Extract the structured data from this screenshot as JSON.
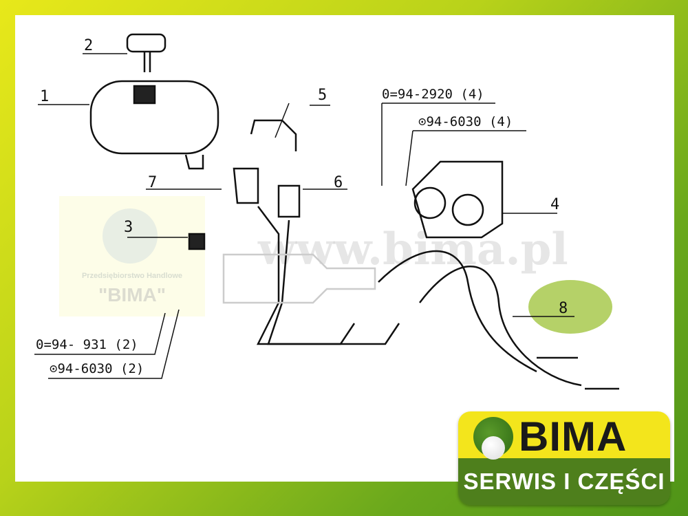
{
  "callouts": [
    "1",
    "2",
    "3",
    "4",
    "5",
    "6",
    "7",
    "8"
  ],
  "refs": {
    "r1": "0=94-2920 (4)",
    "r2": "⊙94-6030 (4)",
    "r3": "0=94- 931 (2)",
    "r4": "⊙94-6030 (2)"
  },
  "watermark": {
    "company": "Przedsiębiorstwo Handlowe",
    "name": "\"BIMA\"",
    "url": "www.bima.pl"
  },
  "logo": {
    "brand": "BIMA",
    "tagline": "SERWIS I CZĘŚCI"
  },
  "colors": {
    "yellow": "#f3e51c",
    "green": "#4e7f1c",
    "highlight": "#96be28"
  }
}
